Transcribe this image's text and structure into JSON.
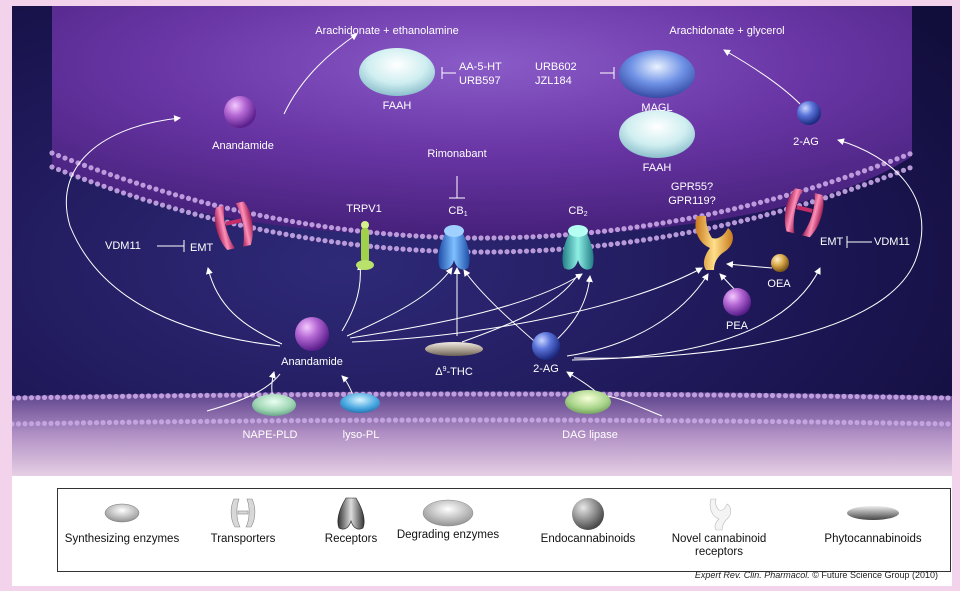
{
  "labels": {
    "arach_ethanolamine": "Arachidonate + ethanolamine",
    "arach_glycerol": "Arachidonate + glycerol",
    "aa5ht": "AA-5-HT",
    "urb597": "URB597",
    "urb602": "URB602",
    "jzl184": "JZL184",
    "faah_top": "FAAH",
    "magl": "MAGL",
    "faah_mid": "FAAH",
    "anandamide_top": "Anandamide",
    "twoag_top": "2-AG",
    "rimonabant": "Rimonabant",
    "trpv1": "TRPV1",
    "cb1": "CB",
    "cb1_sub": "1",
    "cb2": "CB",
    "cb2_sub": "2",
    "gpr55": "GPR55?",
    "gpr119": "GPR119?",
    "vdm11_left": "VDM11",
    "emt_left": "EMT",
    "emt_right": "EMT",
    "vdm11_right": "VDM11",
    "oea": "OEA",
    "pea": "PEA",
    "anandamide_bottom": "Anandamide",
    "thc_prefix": "Δ",
    "thc_sup": "9",
    "thc_suffix": "-THC",
    "twoag_bottom": "2-AG",
    "nape_pld": "NAPE-PLD",
    "lyso_pl": "lyso-PL",
    "dag_lipase": "DAG lipase"
  },
  "legend": [
    {
      "label": "Synthesizing enzymes",
      "icon": "synthesizing-enzyme-icon"
    },
    {
      "label": "Transporters",
      "icon": "transporter-icon"
    },
    {
      "label": "Receptors",
      "icon": "receptor-icon"
    },
    {
      "label": "Degrading enzymes",
      "icon": "degrading-enzyme-icon"
    },
    {
      "label": "Endocannabinoids",
      "icon": "endocannabinoid-icon"
    },
    {
      "label": "Novel cannabinoid receptors",
      "icon": "novel-receptor-icon"
    },
    {
      "label": "Phytocannabinoids",
      "icon": "phytocannabinoid-icon"
    }
  ],
  "credit": {
    "journal": "Expert Rev. Clin. Pharmacol.",
    "rest": " © Future Science Group (2010)"
  },
  "colors": {
    "background_dark": "#1c1650",
    "cell_purple": "#5a2c95",
    "membrane_bead": "#c9a7e6",
    "receptor_blue": "#3a7fd6",
    "receptor_teal": "#3bb4b0",
    "transporter_pink": "#d7487e",
    "novel_receptor_yellow": "#f2b83a",
    "trpv1_green": "#a3d455",
    "endocannabinoid_purple": "#a553c9",
    "synth_green": "#9ed4b8",
    "synth_blue": "#4aa7e0"
  }
}
